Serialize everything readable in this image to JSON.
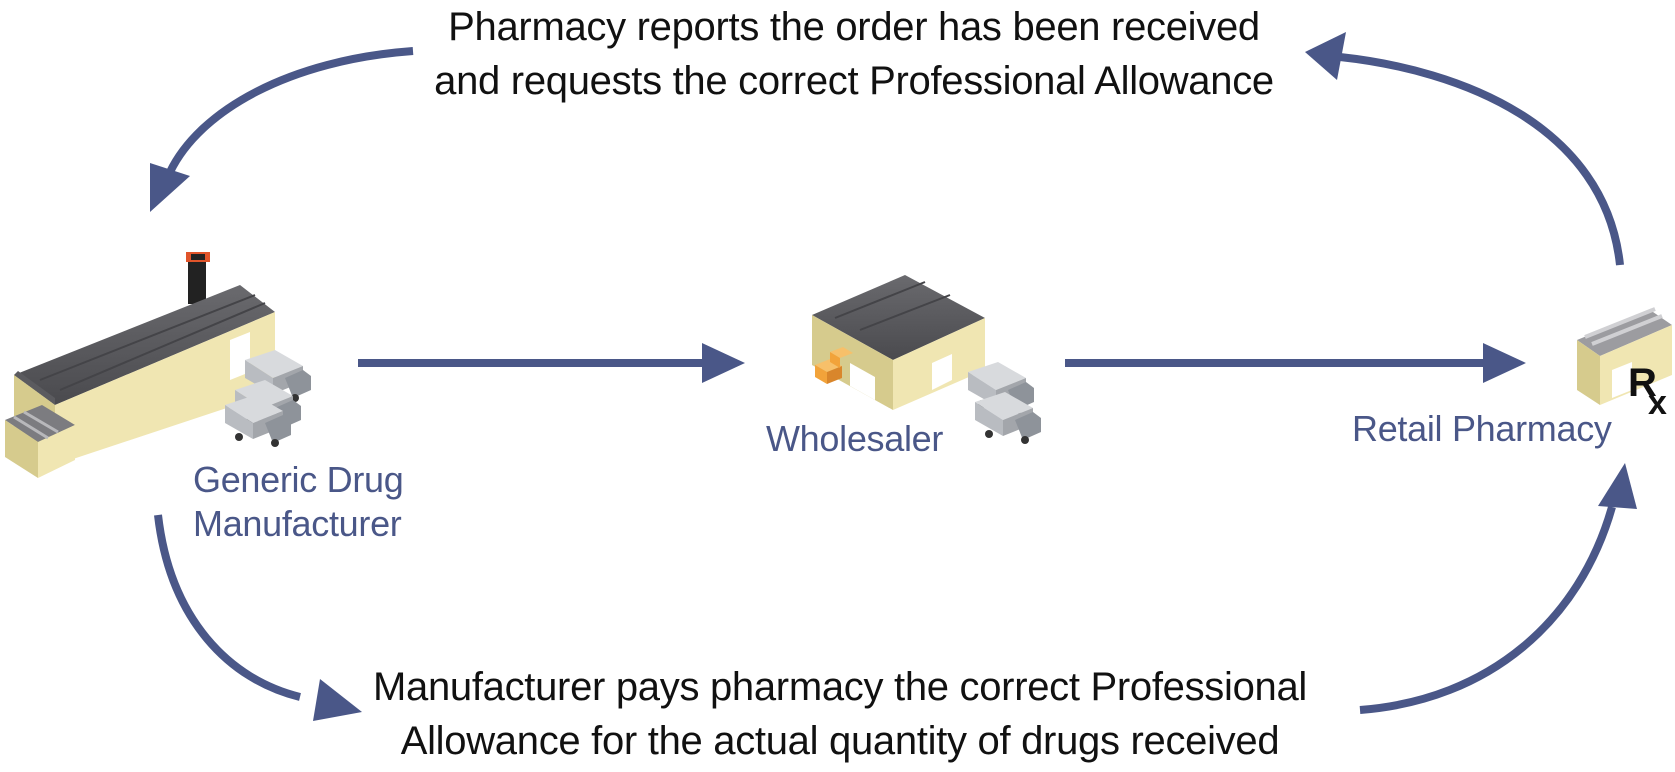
{
  "colors": {
    "arrow": "#4a5788",
    "label": "#4a5788",
    "caption": "#111111",
    "roof": "#5b5b5f",
    "wall": "#f0e6b2",
    "wall_shade": "#d6cb8d",
    "chimney": "#222222",
    "chimney_top": "#e0542a",
    "truck": "#b9bcc1",
    "boxes": "#f2a33a"
  },
  "captions": {
    "top": {
      "line1": "Pharmacy reports the order has been received",
      "line2": "and requests the correct Professional Allowance"
    },
    "bottom": {
      "line1": "Manufacturer pays pharmacy the correct Professional",
      "line2": "Allowance for the actual quantity of drugs received"
    }
  },
  "nodes": {
    "manufacturer": {
      "line1": "Generic Drug",
      "line2": "Manufacturer",
      "icon": "factory-icon"
    },
    "wholesaler": {
      "label": "Wholesaler",
      "icon": "warehouse-icon"
    },
    "pharmacy": {
      "label": "Retail Pharmacy",
      "icon": "pharmacy-icon",
      "rx_symbol": "R",
      "rx_sub": "x"
    }
  }
}
